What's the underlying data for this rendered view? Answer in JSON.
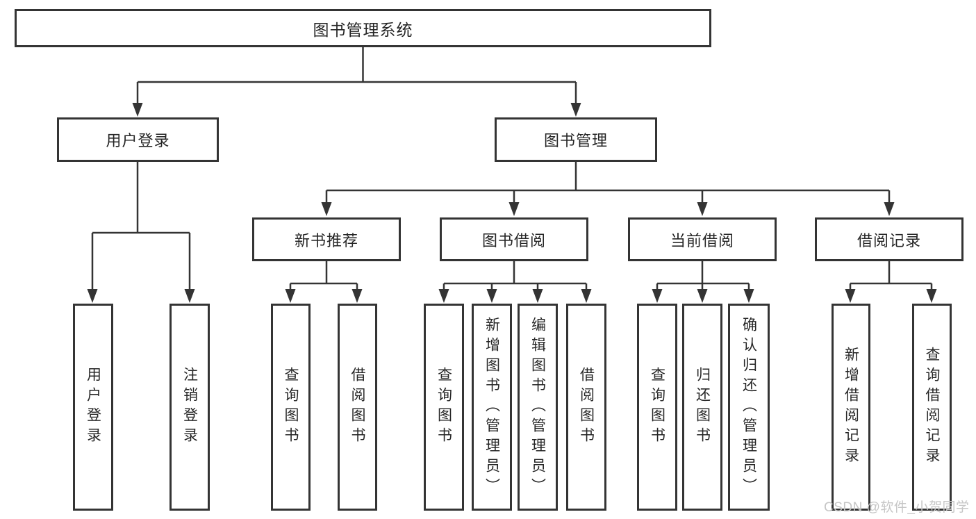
{
  "diagram": {
    "title": "图书管理系统",
    "nodes": {
      "root": "图书管理系统",
      "user_login": "用户登录",
      "book_mgmt": "图书管理",
      "new_book_rec": "新书推荐",
      "book_borrow": "图书借阅",
      "current_borrow": "当前借阅",
      "borrow_record": "借阅记录",
      "leaf_user_login": "用户登录",
      "leaf_logout": "注销登录",
      "leaf_nbr_query_book": "查询图书",
      "leaf_nbr_borrow_book": "借阅图书",
      "leaf_bb_query_book": "查询图书",
      "leaf_bb_add_book_admin": "新增图书（管理员）",
      "leaf_bb_edit_book_admin": "编辑图书（管理员）",
      "leaf_bb_borrow_book": "借阅图书",
      "leaf_cb_query_book": "查询图书",
      "leaf_cb_return_book": "归还图书",
      "leaf_cb_confirm_return_admin": "确认归还（管理员）",
      "leaf_br_add_record": "新增借阅记录",
      "leaf_br_query_record": "查询借阅记录"
    },
    "edges": [
      [
        "root",
        "user_login"
      ],
      [
        "root",
        "book_mgmt"
      ],
      [
        "user_login",
        "leaf_user_login"
      ],
      [
        "user_login",
        "leaf_logout"
      ],
      [
        "book_mgmt",
        "new_book_rec"
      ],
      [
        "book_mgmt",
        "book_borrow"
      ],
      [
        "book_mgmt",
        "current_borrow"
      ],
      [
        "book_mgmt",
        "borrow_record"
      ],
      [
        "new_book_rec",
        "leaf_nbr_query_book"
      ],
      [
        "new_book_rec",
        "leaf_nbr_borrow_book"
      ],
      [
        "book_borrow",
        "leaf_bb_query_book"
      ],
      [
        "book_borrow",
        "leaf_bb_add_book_admin"
      ],
      [
        "book_borrow",
        "leaf_bb_edit_book_admin"
      ],
      [
        "book_borrow",
        "leaf_bb_borrow_book"
      ],
      [
        "current_borrow",
        "leaf_cb_query_book"
      ],
      [
        "current_borrow",
        "leaf_cb_return_book"
      ],
      [
        "current_borrow",
        "leaf_cb_confirm_return_admin"
      ],
      [
        "borrow_record",
        "leaf_br_add_record"
      ],
      [
        "borrow_record",
        "leaf_br_query_record"
      ]
    ],
    "colors": {
      "line": "#343434",
      "text": "#262626",
      "background": "#ffffff",
      "watermark": "#c6c6c6"
    }
  },
  "watermark": "CSDN @软件_小贺同学"
}
